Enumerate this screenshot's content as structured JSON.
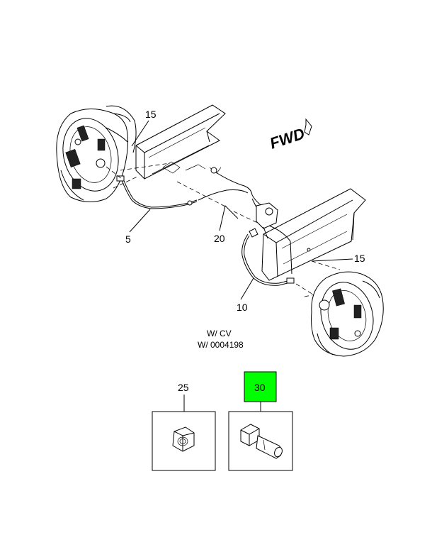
{
  "direction_marker": "FWD",
  "callouts": {
    "c15_top": "15",
    "c5": "5",
    "c20": "20",
    "c15_right": "15",
    "c10": "10",
    "c25": "25",
    "c30": "30"
  },
  "note": {
    "line1": "W/ CV",
    "line2": "W/ 0004198"
  },
  "colors": {
    "highlight": "#00ff00",
    "line": "#000000",
    "background": "#ffffff"
  }
}
